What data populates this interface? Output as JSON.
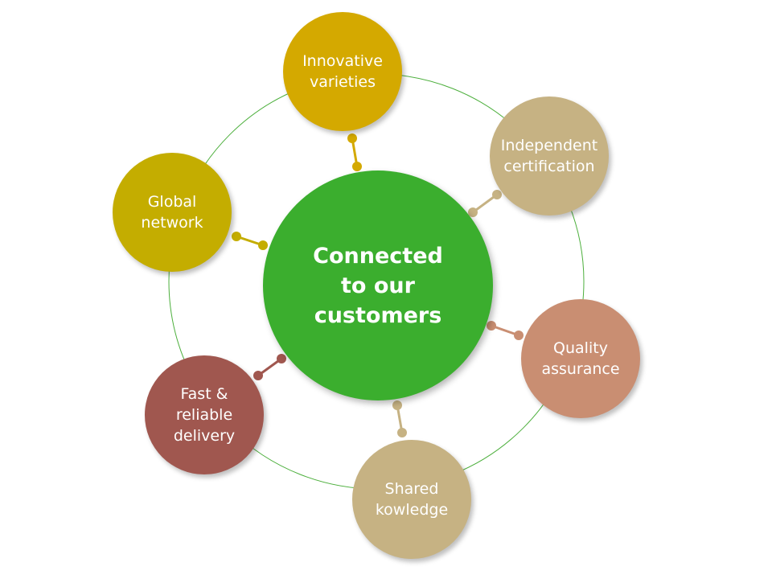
{
  "diagram": {
    "center": {
      "label": "Connected\nto our\ncustomers",
      "color": "#3bae2e"
    },
    "ring_color": "#4caf3c",
    "nodes": [
      {
        "id": "innovative-varieties",
        "label": "Innovative\nvarieties",
        "color": "#d4a900"
      },
      {
        "id": "independent-certification",
        "label": "Independent\ncertification",
        "color": "#c6b283"
      },
      {
        "id": "global-network",
        "label": "Global\nnetwork",
        "color": "#c4ad00"
      },
      {
        "id": "quality-assurance",
        "label": "Quality\nassurance",
        "color": "#c98e72"
      },
      {
        "id": "fast-reliable-delivery",
        "label": "Fast &\nreliable\ndelivery",
        "color": "#a0574f"
      },
      {
        "id": "shared-kowledge",
        "label": "Shared\nkowledge",
        "color": "#c6b283"
      }
    ]
  }
}
